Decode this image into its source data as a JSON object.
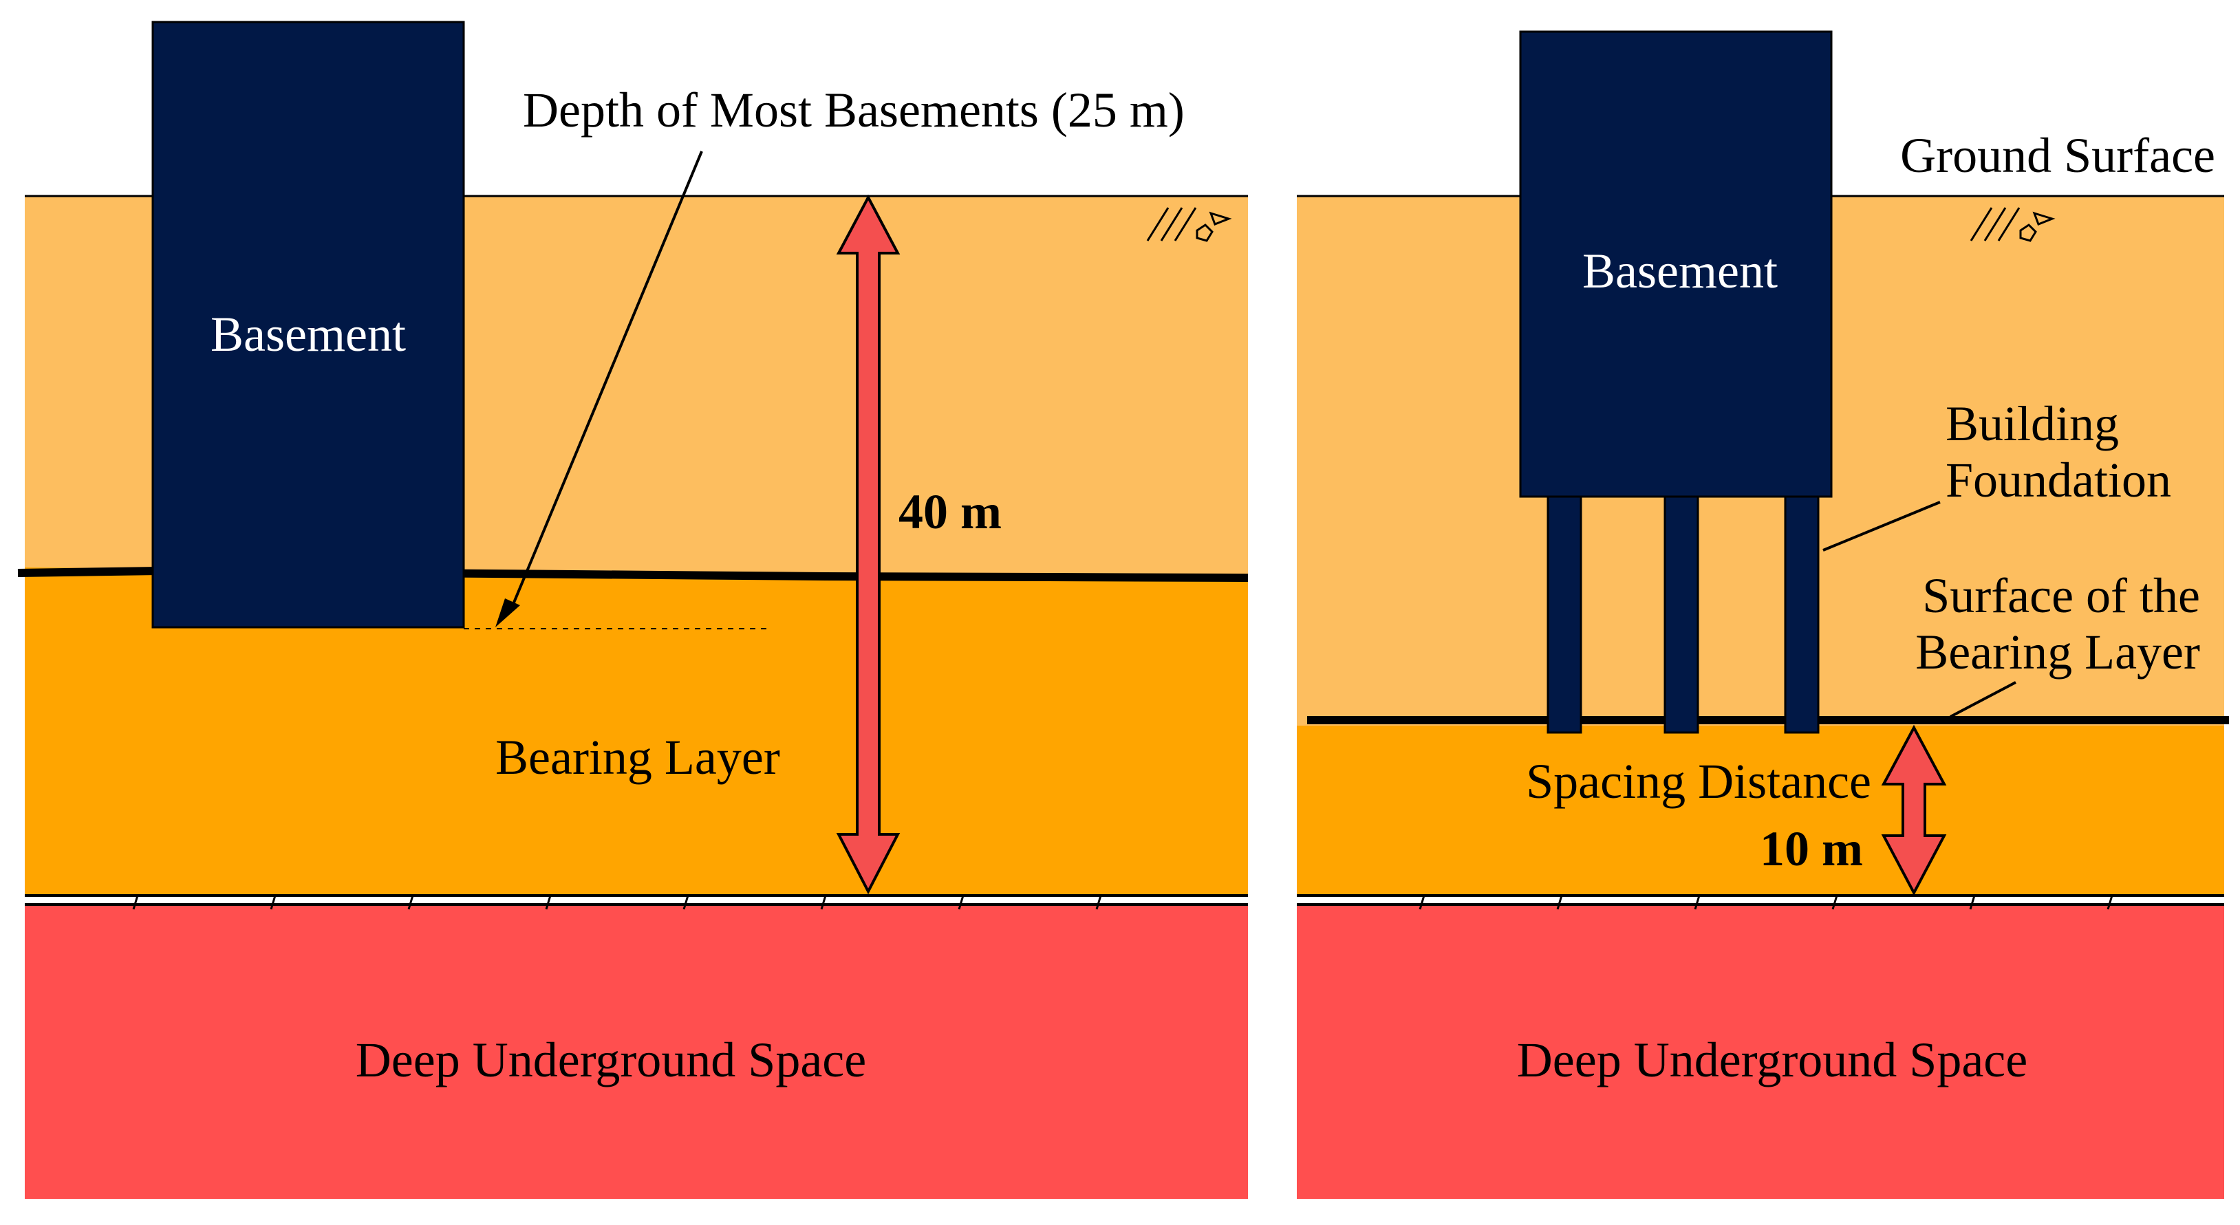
{
  "colors": {
    "upper_soil": "#FDBE5F",
    "bearing_layer": "#FFA500",
    "deep_space": "#FF4F4F",
    "basement": "#011846",
    "arrow": "#F44F4F",
    "line": "#000000"
  },
  "left_panel": {
    "basement_label": "Basement",
    "depth_annotation": "Depth of Most Basements (25 m)",
    "dimension_label": "40 m",
    "bearing_layer_label": "Bearing Layer",
    "deep_space_label": "Deep Underground Space"
  },
  "right_panel": {
    "ground_surface_label": "Ground Surface",
    "basement_label": "Basement",
    "foundation_label_line1": "Building",
    "foundation_label_line2": "Foundation",
    "bearing_surface_line1": "Surface of the",
    "bearing_surface_line2": "Bearing Layer",
    "spacing_label": "Spacing Distance",
    "dimension_label": "10 m",
    "deep_space_label": "Deep Underground Space"
  }
}
